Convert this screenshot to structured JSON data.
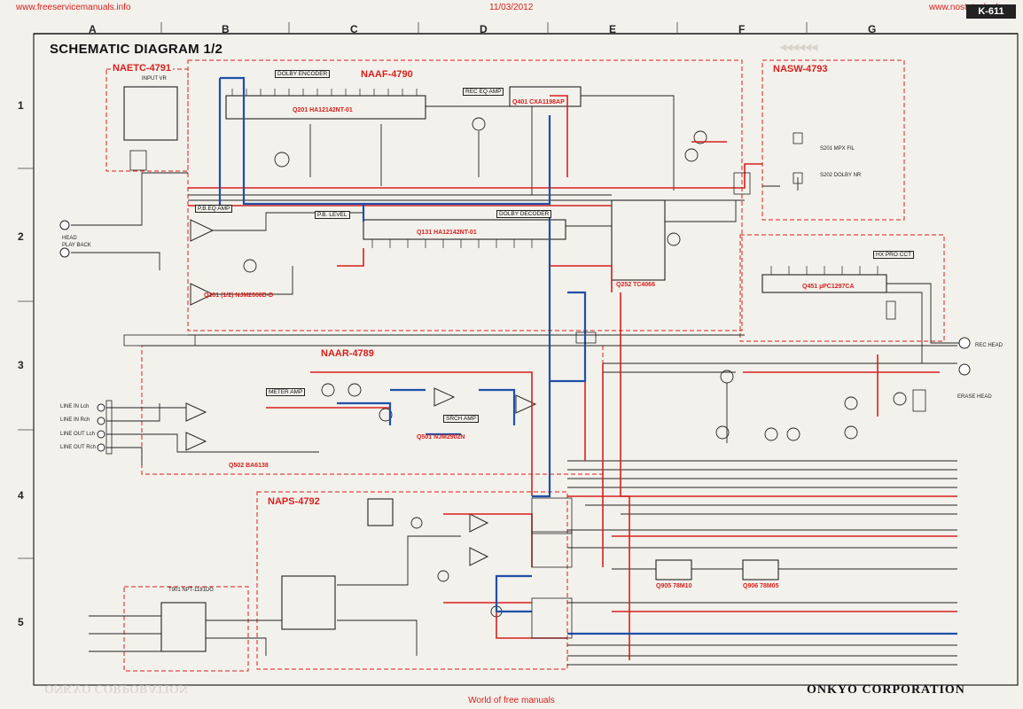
{
  "header": {
    "left_url": "www.freeservicemanuals.info",
    "date": "11/03/2012",
    "right_url": "www.nostatech.nl",
    "page_code": "K-611"
  },
  "title": "SCHEMATIC DIAGRAM 1/2",
  "columns": [
    "A",
    "B",
    "C",
    "D",
    "E",
    "F",
    "G"
  ],
  "rows": [
    "1",
    "2",
    "3",
    "4",
    "5"
  ],
  "blocks": {
    "naetc": "NAETC-4791",
    "naaf": "NAAF-4790",
    "nasw": "NASW-4793",
    "naar": "NAAR-4789",
    "naps": "NAPS-4792"
  },
  "sub_labels": {
    "dolby_encoder": "DOLBY ENCODER",
    "rec_eq_amp": "REC EQ AMP",
    "pb_eq_amp": "P.B.EQ AMP",
    "pb_level": "P.B. LEVEL",
    "dolby_decoder": "DOLBY DECODER",
    "hx_pro_cct": "HX PRO CCT",
    "meter_amp": "METER AMP",
    "srch_amp": "SRCH AMP"
  },
  "ic_labels": {
    "q201": "Q201  HA12142NT-01",
    "q401": "Q401  CXA1198AP",
    "q131": "Q131  HA12142NT-01",
    "q101": "Q101 (1/2) NJM2068D-D",
    "q451": "Q451  µPC1297CA",
    "q501": "Q501  NJM2902N",
    "q502": "Q502  BA6138",
    "q905": "Q905 78M10",
    "q906": "Q906 78M05",
    "q252": "Q252 TC4066"
  },
  "connector_labels": {
    "head": "HEAD",
    "play_back": "PLAY BACK",
    "line_in_lch": "LINE IN Lch",
    "line_in_rch": "LINE IN Rch",
    "line_out_lch": "LINE OUT Lch",
    "line_out_rch": "LINE OUT Rch",
    "rec_head": "REC HEAD",
    "erase_head": "ERASE HEAD",
    "s201": "S201 MPX FIL",
    "s202": "S202 DOLBY NR",
    "input_vr": "INPUT VR",
    "t901": "T901 NPT-1181DG"
  },
  "footer": "World of free manuals",
  "manufacturer": "ONKYO CORPORATION",
  "colors": {
    "red": "#d8201c",
    "blue": "#1f4fa8",
    "black": "#222222",
    "background": "#f3f1ec"
  }
}
